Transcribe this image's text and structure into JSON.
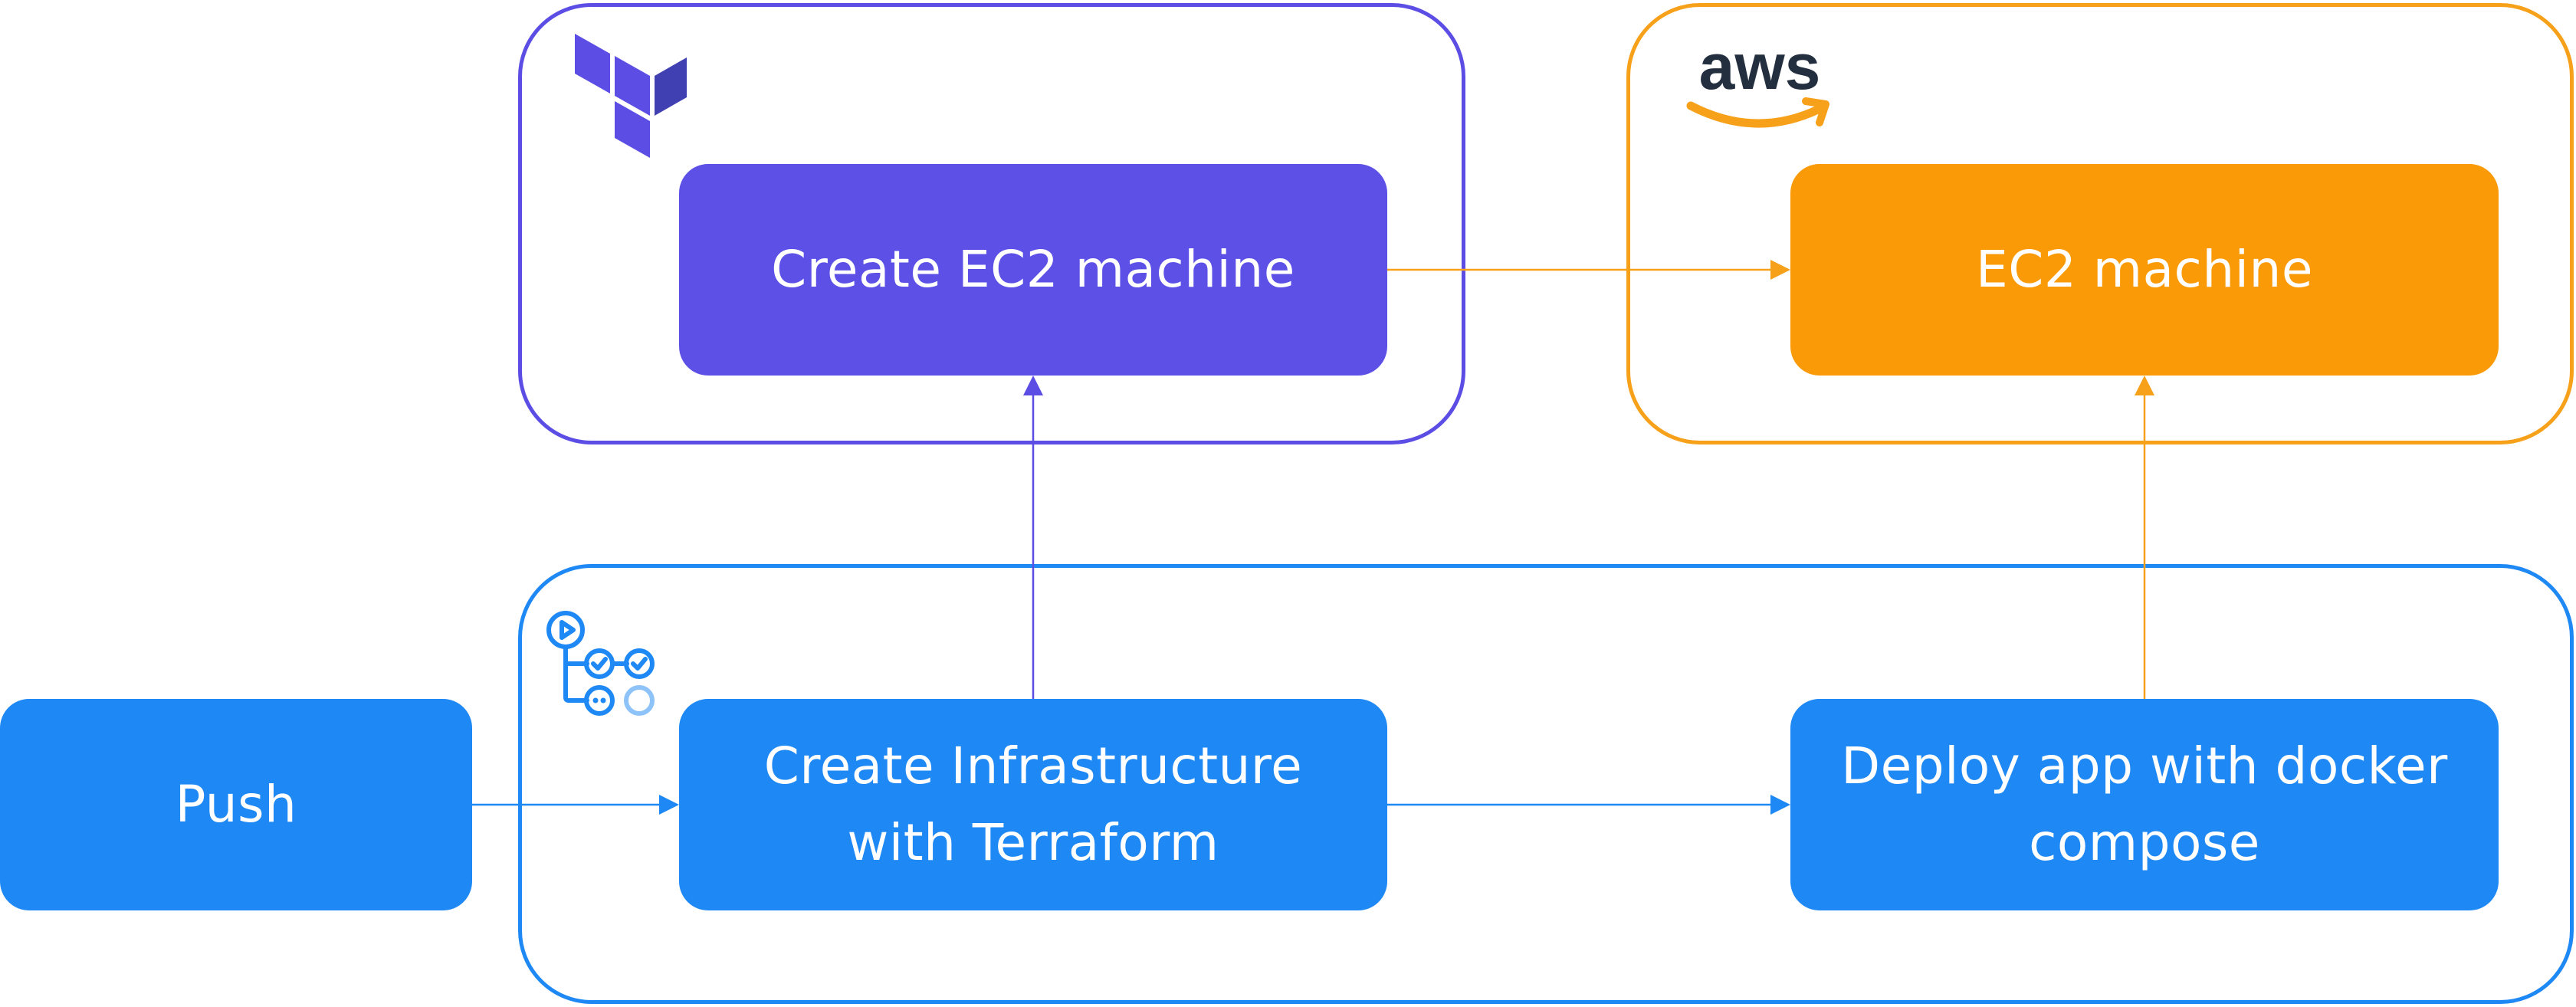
{
  "diagram": {
    "groups": {
      "terraform": {
        "logo": "terraform-logo",
        "color": "#5C4EE5"
      },
      "aws": {
        "logo": "aws-logo",
        "logo_text": "aws",
        "color": "#F7A01A"
      },
      "github_actions": {
        "logo": "github-actions-workflow-icon",
        "color": "#1E88F5"
      }
    },
    "nodes": {
      "create_ec2": "Create EC2 machine",
      "ec2": "EC2 machine",
      "push": "Push",
      "create_infra": "Create Infrastructure\nwith Terraform",
      "deploy": "Deploy app with docker\ncompose"
    },
    "edges": [
      {
        "from": "push",
        "to": "create_infra",
        "color": "#1E88F5"
      },
      {
        "from": "create_infra",
        "to": "deploy",
        "color": "#1E88F5"
      },
      {
        "from": "create_infra",
        "to": "create_ec2",
        "color": "#5C4EE5"
      },
      {
        "from": "create_ec2",
        "to": "ec2",
        "color": "#F7A01A"
      },
      {
        "from": "deploy",
        "to": "ec2",
        "color": "#F7A01A"
      }
    ]
  }
}
